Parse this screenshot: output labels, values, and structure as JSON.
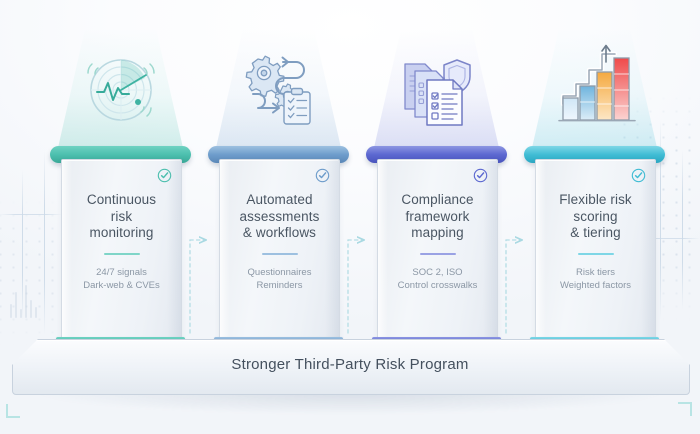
{
  "diagram": {
    "title": "Stronger Third-Party Risk Program",
    "base_label": "Stronger Third-Party Risk Program",
    "colors": {
      "pillar1": "#4cbfae",
      "pillar2": "#6d9ccb",
      "pillar3": "#5b67d0",
      "pillar4": "#3fbcd4",
      "title_text": "#4a5663",
      "sub_text": "#8b97a5",
      "base_text": "#44505e",
      "connector": "#a9d9e2",
      "background": "#f2f5f9"
    },
    "pillars": [
      {
        "id": "continuous-risk-monitoring",
        "icon": "radar-pulse-icon",
        "accent": "#4cbfae",
        "accent_dark": "#3aa897",
        "accent_light": "#7fd5c8",
        "title": "Continuous risk monitoring",
        "title_lines": [
          "Continuous",
          "risk",
          "monitoring"
        ],
        "sub_lines": [
          "24/7 signals",
          "Dark-web & CVEs"
        ],
        "check": "check-circle-icon"
      },
      {
        "id": "automated-assessments-workflows",
        "icon": "gears-workflow-clipboard-icon",
        "accent": "#6d9ccb",
        "accent_dark": "#5b88b8",
        "accent_light": "#9dc0e0",
        "title": "Automated assessments & workflows",
        "title_lines": [
          "Automated",
          "assessments",
          "& workflows"
        ],
        "sub_lines": [
          "Questionnaires",
          "Reminders"
        ],
        "check": "check-circle-icon"
      },
      {
        "id": "compliance-framework-mapping",
        "icon": "documents-checklist-shield-icon",
        "accent": "#5b67d0",
        "accent_dark": "#4a55bd",
        "accent_light": "#8d96e2",
        "title": "Compliance framework mapping",
        "title_lines": [
          "Compliance",
          "framework",
          "mapping"
        ],
        "sub_lines": [
          "SOC 2, ISO",
          "Control crosswalks"
        ],
        "check": "check-circle-icon"
      },
      {
        "id": "flexible-risk-scoring-tiering",
        "icon": "bar-chart-trend-icon",
        "accent": "#3fbcd4",
        "accent_dark": "#2ba7c2",
        "accent_light": "#7ed6e6",
        "title": "Flexible risk scoring & tiering",
        "title_lines": [
          "Flexible risk",
          "scoring",
          "& tiering"
        ],
        "sub_lines": [
          "Risk tiers",
          "Weighted factors"
        ],
        "check": "check-circle-icon"
      }
    ],
    "connectors": [
      {
        "id": "connector-1-2",
        "from": "continuous-risk-monitoring",
        "to": "automated-assessments-workflows",
        "style": "dashed-arrow"
      },
      {
        "id": "connector-2-3",
        "from": "automated-assessments-workflows",
        "to": "compliance-framework-mapping",
        "style": "dashed-arrow"
      },
      {
        "id": "connector-3-4",
        "from": "compliance-framework-mapping",
        "to": "flexible-risk-scoring-tiering",
        "style": "dashed-arrow"
      }
    ]
  }
}
